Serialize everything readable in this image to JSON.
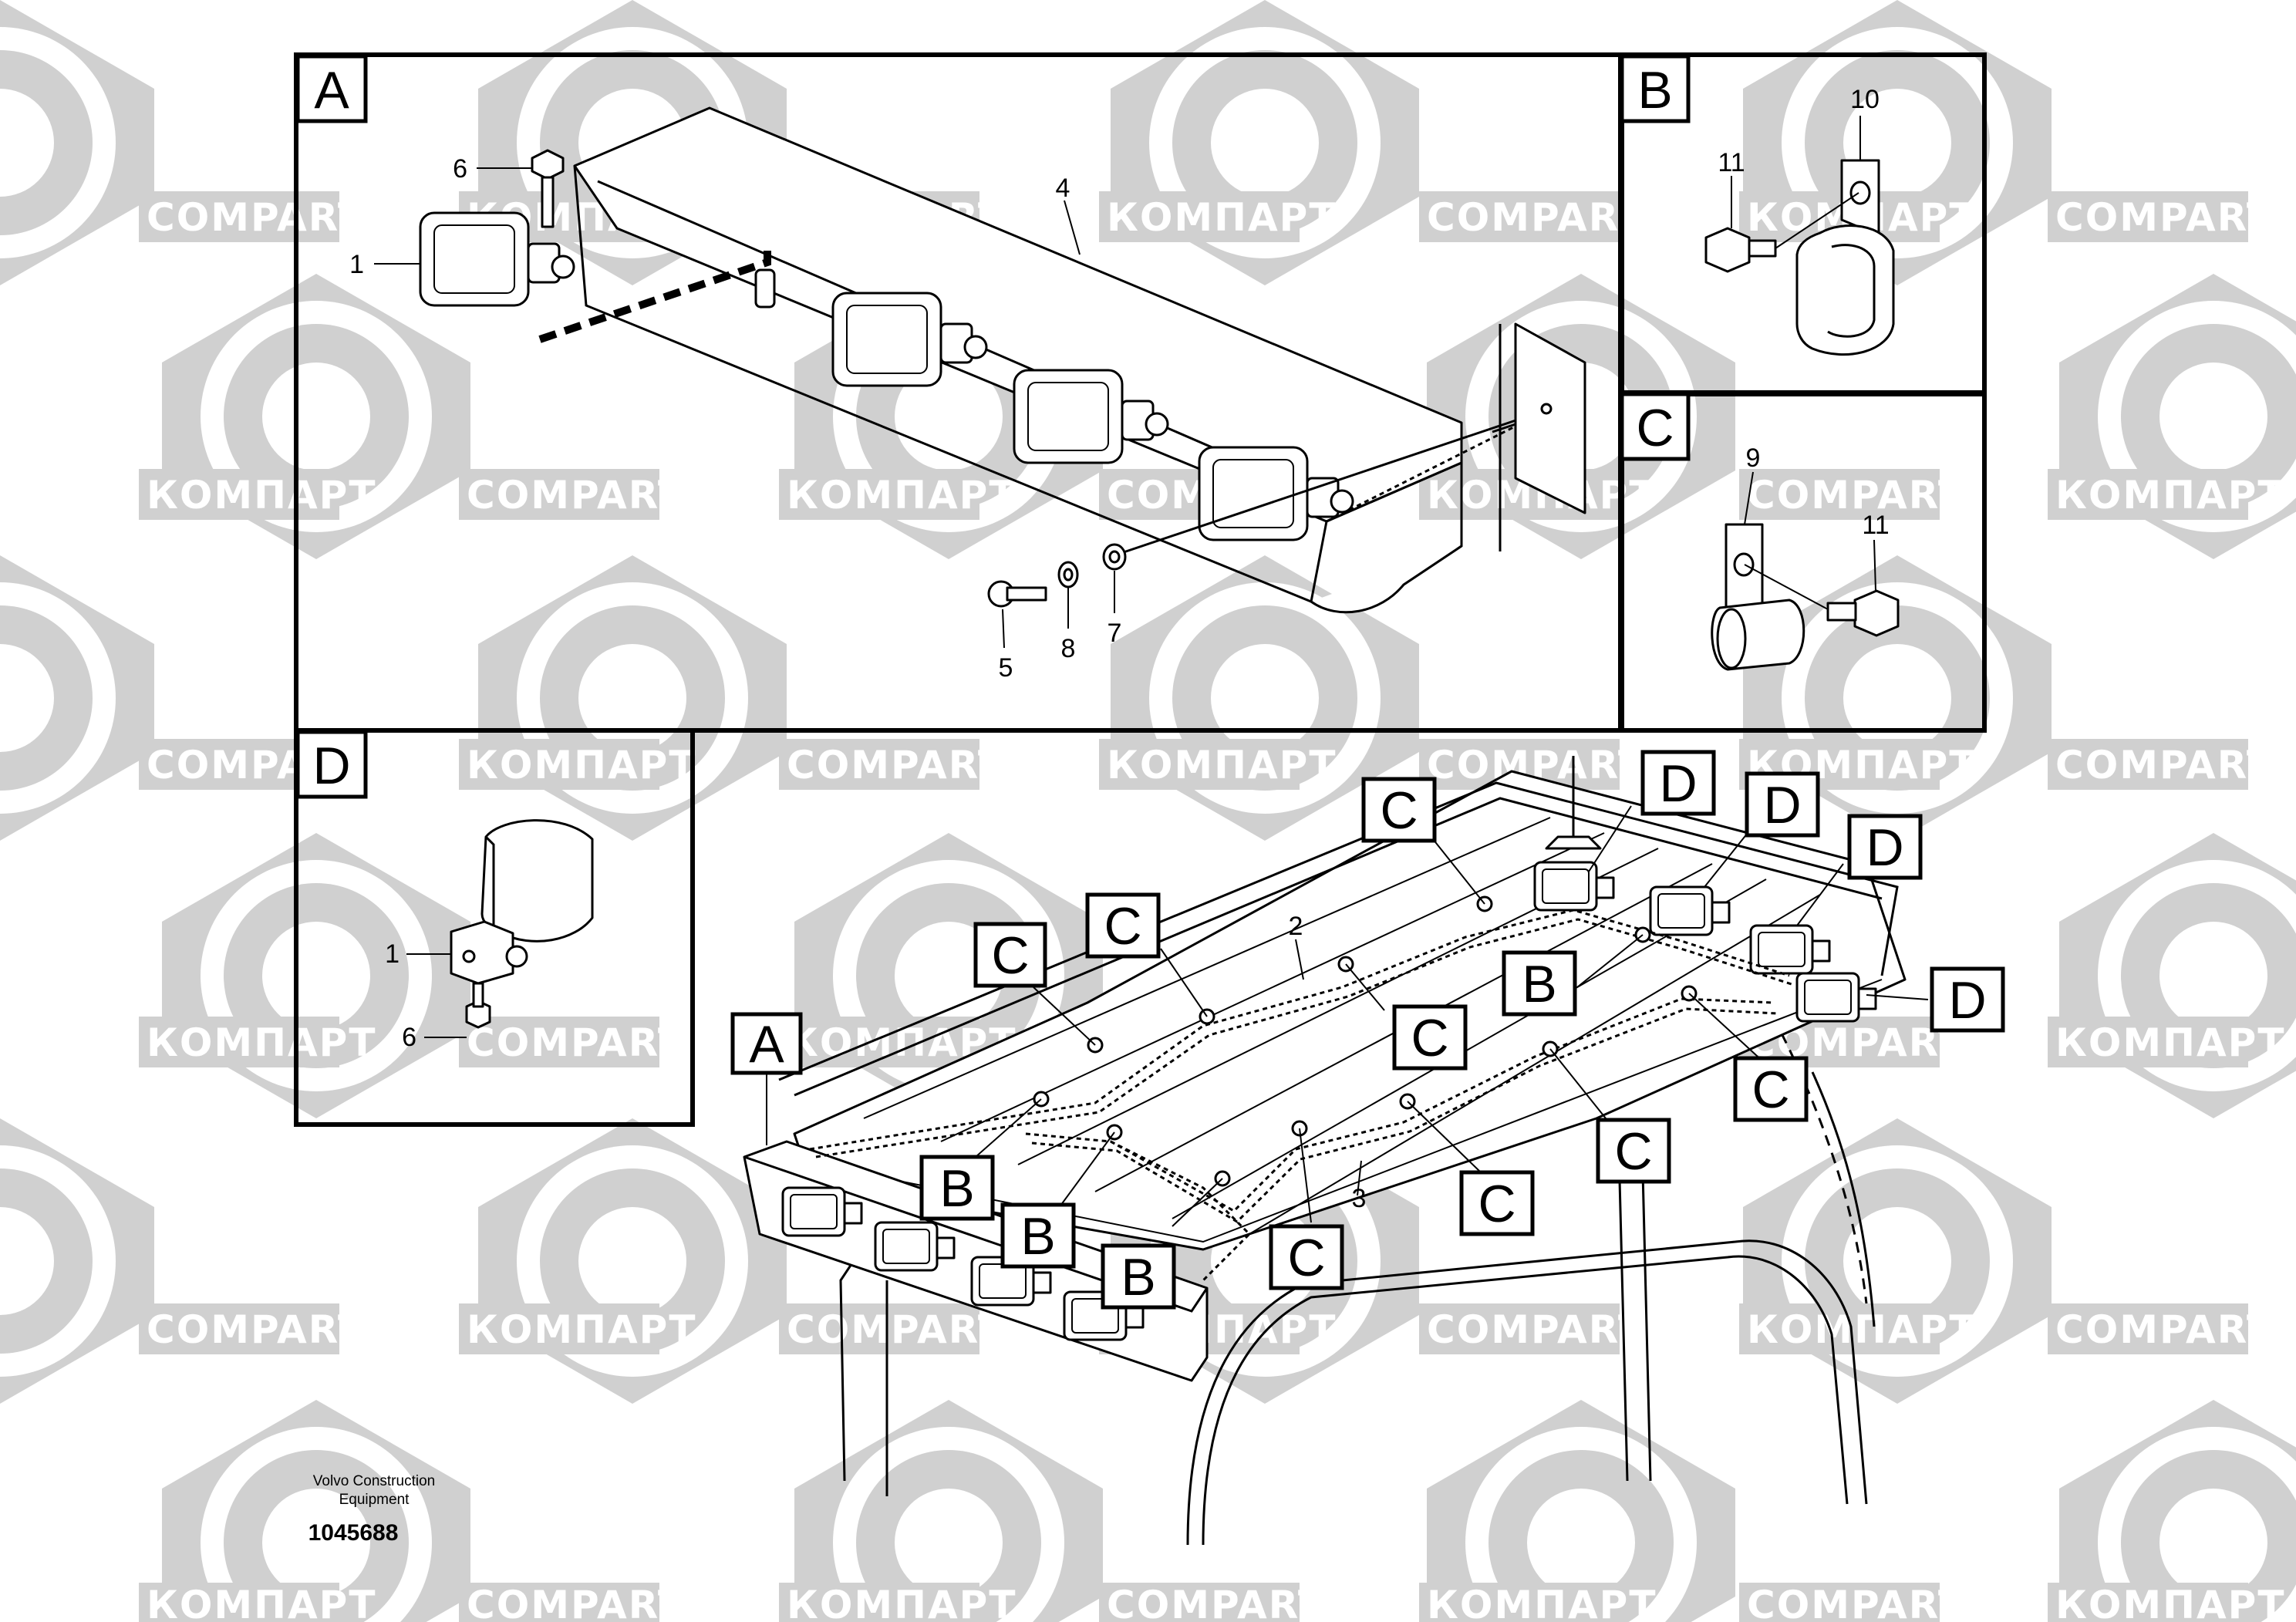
{
  "watermark": {
    "latin": "COMPART",
    "cyrillic": "КОМПАРТ",
    "color": "#d0d0d0"
  },
  "panels": {
    "a": {
      "label": "A"
    },
    "b": {
      "label": "B"
    },
    "c": {
      "label": "C"
    },
    "d": {
      "label": "D"
    }
  },
  "callouts": {
    "a": [
      "1",
      "4",
      "5",
      "6",
      "7",
      "8"
    ],
    "b": [
      "10",
      "11"
    ],
    "c": [
      "9",
      "11"
    ],
    "d": [
      "1",
      "6"
    ],
    "main": [
      "2",
      "3"
    ]
  },
  "section_tags": {
    "A": "A",
    "B": "B",
    "C": "C",
    "D": "D"
  },
  "credit": {
    "line1": "Volvo Construction",
    "line2": "Equipment",
    "doc_number": "1045688"
  }
}
